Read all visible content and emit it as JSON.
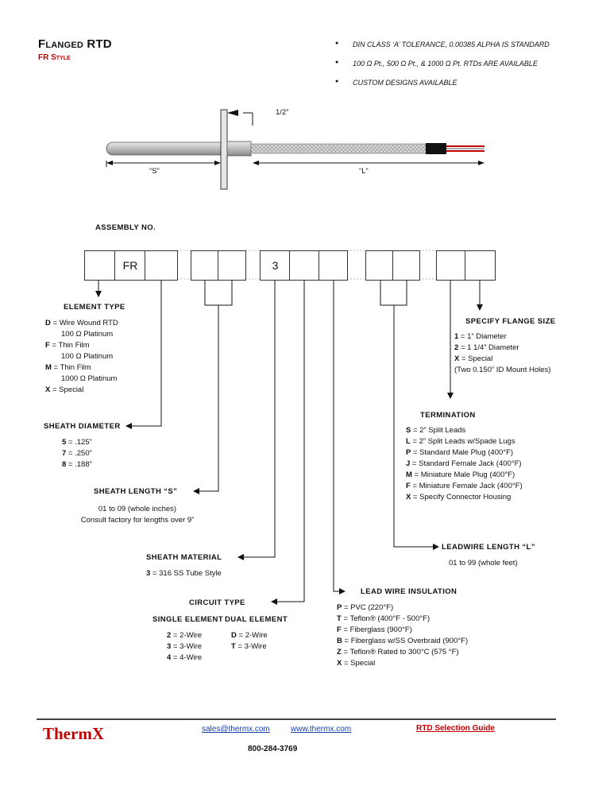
{
  "header": {
    "title": "Flanged RTD",
    "subtitle": "FR Style",
    "bullets": [
      "DIN CLASS ‘A’ TOLERANCE, 0.00385 ALPHA IS STANDARD",
      "100  Ω Pt., 500  Ω Pt., & 1000  Ω Pt. RTDs ARE AVAILABLE",
      "CUSTOM DESIGNS AVAILABLE"
    ]
  },
  "drawing": {
    "flange_label": "1/2”",
    "s_label": "“S”",
    "l_label": "“L”"
  },
  "assembly": {
    "label": "ASSEMBLY NO.",
    "box_fr": "FR",
    "box_3": "3"
  },
  "element_type": {
    "heading": "ELEMENT TYPE",
    "rows": [
      {
        "code": "D",
        "text": " = Wire Wound RTD"
      },
      {
        "code": "",
        "text": "100 Ω Platinum"
      },
      {
        "code": "F",
        "text": " = Thin Film"
      },
      {
        "code": "",
        "text": "100 Ω Platinum"
      },
      {
        "code": "M",
        "text": " = Thin Film"
      },
      {
        "code": "",
        "text": "1000 Ω Platinum"
      },
      {
        "code": "X",
        "text": " = Special"
      }
    ]
  },
  "sheath_diameter": {
    "heading": "SHEATH DIAMETER",
    "rows": [
      {
        "code": "5",
        "text": " = .125”"
      },
      {
        "code": "7",
        "text": " = .250”"
      },
      {
        "code": "8",
        "text": " = .188”"
      }
    ]
  },
  "sheath_length": {
    "heading": "SHEATH LENGTH “S”",
    "line1": "01 to 09 (whole inches)",
    "line2": "Consult factory for lengths over 9”"
  },
  "sheath_material": {
    "heading": "SHEATH MATERIAL",
    "code": "3",
    "text": " = 316 SS Tube Style"
  },
  "circuit_type": {
    "heading": "CIRCUIT TYPE",
    "single_heading": "SINGLE ELEMENT",
    "dual_heading": "DUAL ELEMENT",
    "single": [
      {
        "code": "2",
        "text": " = 2-Wire"
      },
      {
        "code": "3",
        "text": " = 3-Wire"
      },
      {
        "code": "4",
        "text": " = 4-Wire"
      }
    ],
    "dual": [
      {
        "code": "D",
        "text": " = 2-Wire"
      },
      {
        "code": "T",
        "text": " = 3-Wire"
      }
    ]
  },
  "lead_wire_insulation": {
    "heading": "LEAD WIRE INSULATION",
    "rows": [
      {
        "code": "P",
        "text": " = PVC (220°F)"
      },
      {
        "code": "T",
        "text": " = Teflon® (400°F - 500°F)"
      },
      {
        "code": "F",
        "text": " = Fiberglass (900°F)"
      },
      {
        "code": "B",
        "text": " = Fiberglass w/SS Overbraid (900°F)"
      },
      {
        "code": "Z",
        "text": " = Teflon® Rated to 300°C (575 °F)"
      },
      {
        "code": "X",
        "text": " = Special"
      }
    ]
  },
  "flange_size": {
    "heading": "SPECIFY FLANGE SIZE",
    "rows": [
      {
        "code": "1",
        "text": " = 1” Diameter"
      },
      {
        "code": "2",
        "text": " = 1 1/4” Diameter"
      },
      {
        "code": "X",
        "text": " = Special"
      },
      {
        "code": "",
        "text": "(Two 0.150” ID Mount Holes)"
      }
    ]
  },
  "termination": {
    "heading": "TERMINATION",
    "rows": [
      {
        "code": "S",
        "text": " = 2” Split Leads"
      },
      {
        "code": "L",
        "text": " = 2” Split Leads w/Spade Lugs"
      },
      {
        "code": "P",
        "text": " = Standard Male Plug (400°F)"
      },
      {
        "code": "J",
        "text": " = Standard Female Jack (400°F)"
      },
      {
        "code": "M",
        "text": " = Miniature Male Plug (400°F)"
      },
      {
        "code": "F",
        "text": " = Miniature Female Jack (400°F)"
      },
      {
        "code": "X",
        "text": " = Specify Connector Housing"
      }
    ]
  },
  "leadwire_length": {
    "heading": "LEADWIRE LENGTH “L”",
    "text": "01 to 99 (whole feet)"
  },
  "footer": {
    "logo": "ThermX",
    "email": "sales@thermx.com",
    "website": "www.thermx.com",
    "guide": "RTD Selection Guide",
    "phone": "800-284-3769"
  },
  "colors": {
    "brand_red": "#c00000",
    "link_blue": "#1a3fb0"
  }
}
